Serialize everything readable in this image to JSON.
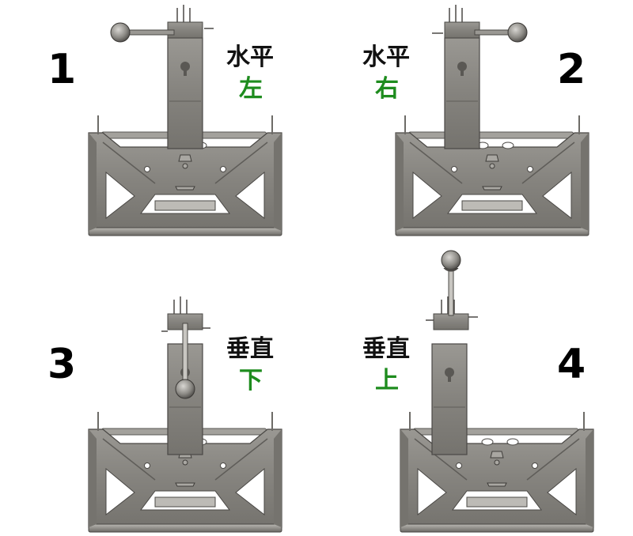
{
  "panels": [
    {
      "number": "1",
      "label": "水平",
      "direction": "左"
    },
    {
      "number": "2",
      "label": "水平",
      "direction": "右"
    },
    {
      "number": "3",
      "label": "垂直",
      "direction": "下"
    },
    {
      "number": "4",
      "label": "垂直",
      "direction": "上"
    }
  ],
  "colors": {
    "direction_text": "#1e8c1e",
    "metal_light": "#8c8a86",
    "metal_dark": "#5f5d59",
    "metal_edge": "#4a4845"
  },
  "icons": [
    "knob-icon",
    "bracket-plate-icon"
  ]
}
